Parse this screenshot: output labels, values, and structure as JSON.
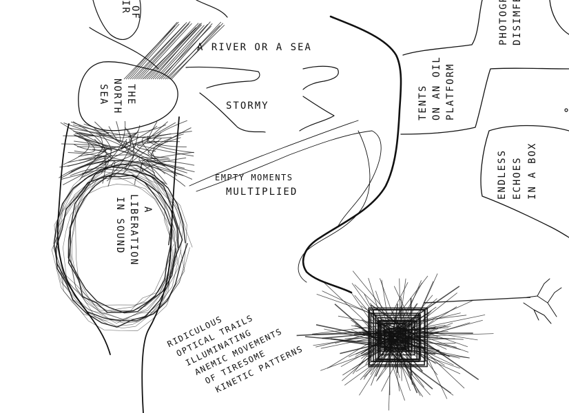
{
  "labels": {
    "of_ir": [
      "OF",
      "IR"
    ],
    "river_or_sea": "A RIVER OR A SEA",
    "north_sea": [
      "THE",
      "NORTH",
      "SEA"
    ],
    "stormy": "STORMY",
    "empty_moments": [
      "EMPTY MOMENTS",
      "MULTIPLIED"
    ],
    "liberation": [
      "A",
      "LIBERATION",
      "IN SOUND"
    ],
    "tents": [
      "TENTS",
      "ON AN OIL",
      "PLATFORM"
    ],
    "photog": [
      "PHOTOGR",
      "DISIMFE"
    ],
    "endless": [
      "ENDLESS",
      "ECHOES",
      "IN A BOX"
    ],
    "trails": [
      "RIDICULOUS",
      "OPTICAL TRAILS",
      "ILLUMINATING",
      "ANEMIC MOVEMENTS",
      "OF TIRESOME",
      "KINETIC PATTERNS"
    ]
  },
  "colors": {
    "ink": "#111111",
    "paper": "#ffffff"
  }
}
